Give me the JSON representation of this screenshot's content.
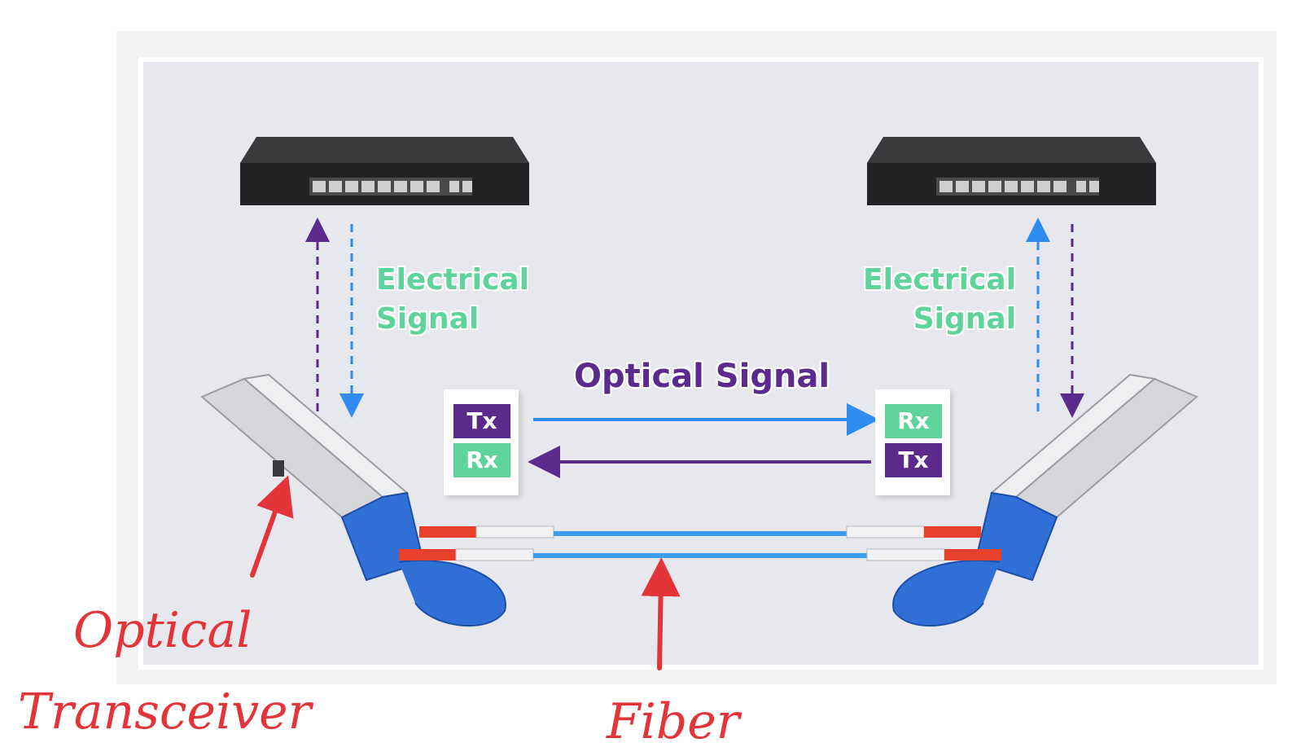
{
  "labels": {
    "electrical_left": [
      "Electrical",
      "Signal"
    ],
    "electrical_right": [
      "Electrical",
      "Signal"
    ],
    "optical_signal": "Optical Signal",
    "optical_transceiver": [
      "Optical",
      "Transceiver"
    ],
    "fiber": "Fiber"
  },
  "left_card": {
    "top": "Tx",
    "bottom": "Rx"
  },
  "right_card": {
    "top": "Rx",
    "bottom": "Tx"
  },
  "colors": {
    "tx_purple": "#5a2a8c",
    "rx_green": "#5ed39a",
    "signal_blue": "#2f8cf0",
    "annotation_red": "#e3343a",
    "panel_bg": "#e6e8ee",
    "transceiver_blue": "#2f6fd6",
    "switch_body": "#2a2a2c"
  },
  "icons": [
    "network-switch-icon",
    "optical-transceiver-icon",
    "fiber-cable-icon",
    "arrow-icon"
  ]
}
